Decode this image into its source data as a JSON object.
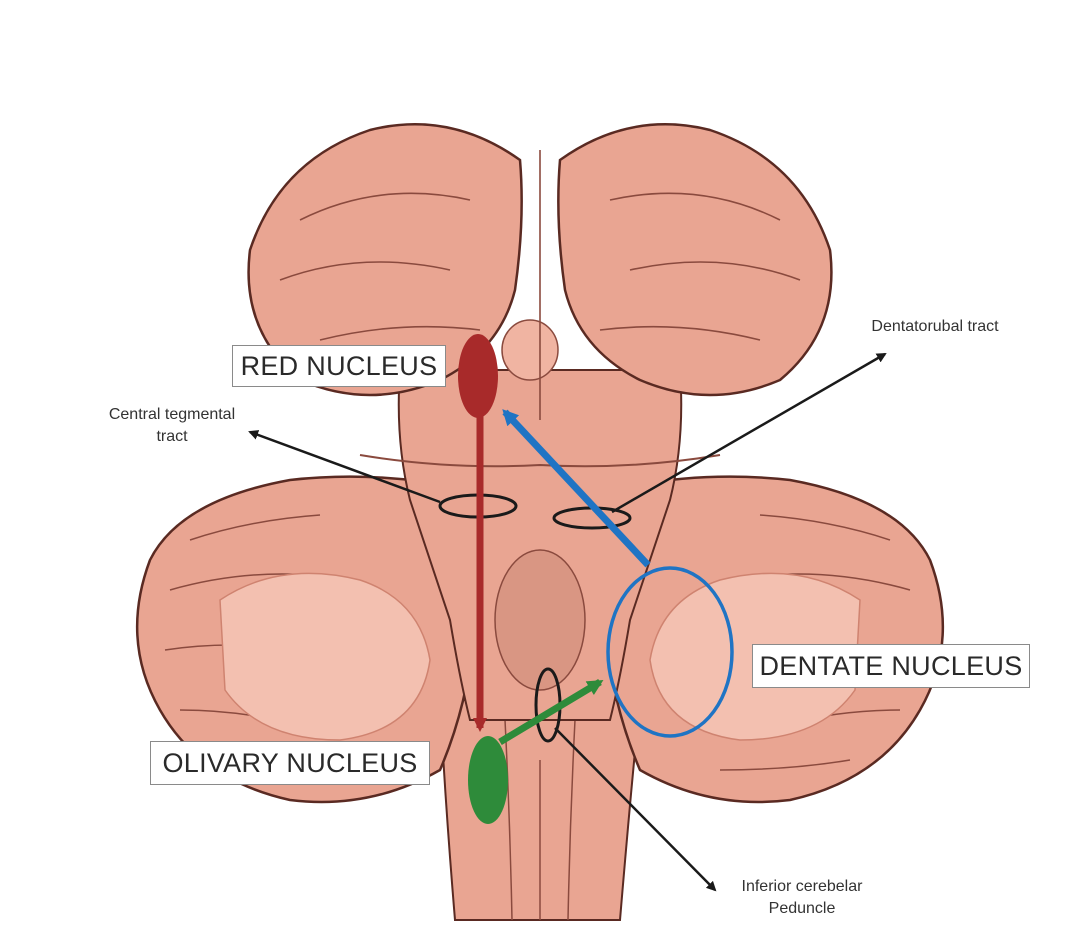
{
  "labels": {
    "red_nucleus": "RED NUCLEUS",
    "dentate_nucleus": "DENTATE NUCLEUS",
    "olivary_nucleus": "OLIVARY NUCLEUS",
    "central_tegmental_line1": "Central tegmental",
    "central_tegmental_line2": "tract",
    "dentatorubal": "Dentatorubal tract",
    "inferior_line1": "Inferior cerebelar",
    "inferior_line2": "Peduncle"
  },
  "colors": {
    "tissue": "#e9a592",
    "tissue_light": "#f3c0b0",
    "tissue_dark": "#cf8370",
    "outline": "#5a2a22",
    "red_nucleus": "#a82a2a",
    "olivary": "#2e8b3a",
    "dentate_ring": "#1f74c4",
    "pointer": "#1a1a1a"
  }
}
